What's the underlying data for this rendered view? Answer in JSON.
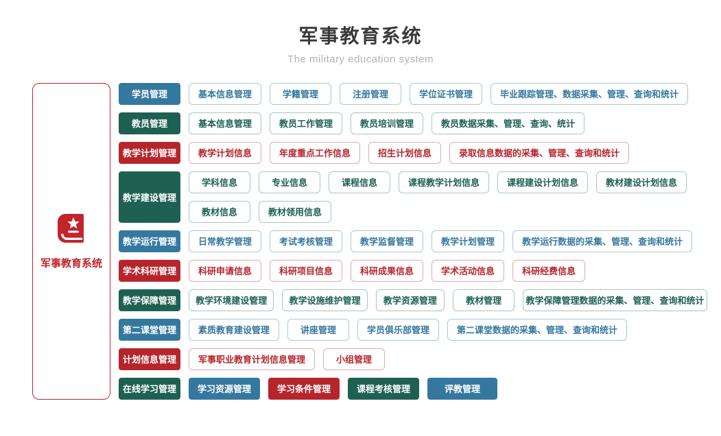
{
  "page": {
    "title": "军事教育系统",
    "subtitle": "The military education system"
  },
  "root": {
    "label": "军事教育系统",
    "icon": "book-icon"
  },
  "colors": {
    "blue": {
      "main": "#35789f",
      "border": "#a9c7d8"
    },
    "green": {
      "main": "#1e6152",
      "border": "#a6c6ba"
    },
    "red": {
      "main": "#b7252c",
      "border": "#e2a8ab"
    }
  },
  "rows": [
    {
      "category": {
        "label": "学员管理",
        "color": "blue"
      },
      "child_lines": [
        [
          {
            "label": "基本信息管理",
            "color": "blue",
            "variant": "outline"
          },
          {
            "label": "学籍管理",
            "color": "blue",
            "variant": "outline"
          },
          {
            "label": "注册管理",
            "color": "blue",
            "variant": "outline"
          },
          {
            "label": "学位证书管理",
            "color": "blue",
            "variant": "outline"
          },
          {
            "label": "毕业跟踪管理、数据采集、管理、查询和统计",
            "color": "blue",
            "variant": "outline"
          }
        ]
      ]
    },
    {
      "category": {
        "label": "教员管理",
        "color": "green"
      },
      "child_lines": [
        [
          {
            "label": "基本信息管理",
            "color": "green",
            "variant": "outline"
          },
          {
            "label": "教员工作管理",
            "color": "green",
            "variant": "outline"
          },
          {
            "label": "教员培训管理",
            "color": "green",
            "variant": "outline"
          },
          {
            "label": "教员数据采集、管理、查询、统计",
            "color": "green",
            "variant": "outline"
          }
        ]
      ]
    },
    {
      "category": {
        "label": "教学计划管理",
        "color": "red"
      },
      "child_lines": [
        [
          {
            "label": "教学计划信息",
            "color": "red",
            "variant": "outline"
          },
          {
            "label": "年度重点工作信息",
            "color": "red",
            "variant": "outline"
          },
          {
            "label": "招生计划信息",
            "color": "red",
            "variant": "outline"
          },
          {
            "label": "录取信息数据的采集、管理、查询和统计",
            "color": "red",
            "variant": "outline"
          }
        ]
      ]
    },
    {
      "category": {
        "label": "教学建设管理",
        "color": "green"
      },
      "child_lines": [
        [
          {
            "label": "学科信息",
            "color": "green",
            "variant": "outline"
          },
          {
            "label": "专业信息",
            "color": "green",
            "variant": "outline"
          },
          {
            "label": "课程信息",
            "color": "green",
            "variant": "outline"
          },
          {
            "label": "课程教学计划信息",
            "color": "green",
            "variant": "outline"
          },
          {
            "label": "课程建设计划信息",
            "color": "green",
            "variant": "outline"
          },
          {
            "label": "教材建设计划信息",
            "color": "green",
            "variant": "outline"
          }
        ],
        [
          {
            "label": "教材信息",
            "color": "green",
            "variant": "outline"
          },
          {
            "label": "教材领用信息",
            "color": "green",
            "variant": "outline"
          }
        ]
      ]
    },
    {
      "category": {
        "label": "教学运行管理",
        "color": "blue"
      },
      "child_lines": [
        [
          {
            "label": "日常教学管理",
            "color": "blue",
            "variant": "outline"
          },
          {
            "label": "考试考核管理",
            "color": "blue",
            "variant": "outline"
          },
          {
            "label": "教学监督管理",
            "color": "blue",
            "variant": "outline"
          },
          {
            "label": "教学计划管理",
            "color": "blue",
            "variant": "outline"
          },
          {
            "label": "教学运行数据的采集、管理、查询和统计",
            "color": "blue",
            "variant": "outline"
          }
        ]
      ]
    },
    {
      "category": {
        "label": "学术科研管理",
        "color": "red"
      },
      "child_lines": [
        [
          {
            "label": "科研申请信息",
            "color": "red",
            "variant": "outline"
          },
          {
            "label": "科研项目信息",
            "color": "red",
            "variant": "outline"
          },
          {
            "label": "科研成果信息",
            "color": "red",
            "variant": "outline"
          },
          {
            "label": "学术活动信息",
            "color": "red",
            "variant": "outline"
          },
          {
            "label": "科研经费信息",
            "color": "red",
            "variant": "outline"
          }
        ]
      ]
    },
    {
      "category": {
        "label": "教学保障管理",
        "color": "green"
      },
      "child_lines": [
        [
          {
            "label": "教学环境建设管理",
            "color": "green",
            "variant": "outline"
          },
          {
            "label": "教学设施维护管理",
            "color": "green",
            "variant": "outline"
          },
          {
            "label": "教学资源管理",
            "color": "green",
            "variant": "outline"
          },
          {
            "label": "教材管理",
            "color": "green",
            "variant": "outline"
          },
          {
            "label": "教学保障管理数据的采集、管理、查询和统计",
            "color": "green",
            "variant": "outline"
          }
        ]
      ]
    },
    {
      "category": {
        "label": "第二课堂管理",
        "color": "blue"
      },
      "child_lines": [
        [
          {
            "label": "素质教育建设管理",
            "color": "blue",
            "variant": "outline"
          },
          {
            "label": "讲座管理",
            "color": "blue",
            "variant": "outline"
          },
          {
            "label": "学员俱乐部管理",
            "color": "blue",
            "variant": "outline"
          },
          {
            "label": "第二课堂数据的采集、管理、查询和统计",
            "color": "blue",
            "variant": "outline"
          }
        ]
      ]
    },
    {
      "category": {
        "label": "计划信息管理",
        "color": "red"
      },
      "child_lines": [
        [
          {
            "label": "军事职业教育计划信息管理",
            "color": "red",
            "variant": "outline"
          },
          {
            "label": "小组管理",
            "color": "red",
            "variant": "outline"
          }
        ]
      ]
    },
    {
      "category": {
        "label": "在线学习管理",
        "color": "green"
      },
      "child_lines": [
        [
          {
            "label": "学习资源管理",
            "color": "blue",
            "variant": "solid"
          },
          {
            "label": "学习条件管理",
            "color": "red",
            "variant": "solid"
          },
          {
            "label": "课程考核管理",
            "color": "green",
            "variant": "solid"
          },
          {
            "label": "评教管理",
            "color": "blue",
            "variant": "solid"
          }
        ]
      ]
    }
  ]
}
